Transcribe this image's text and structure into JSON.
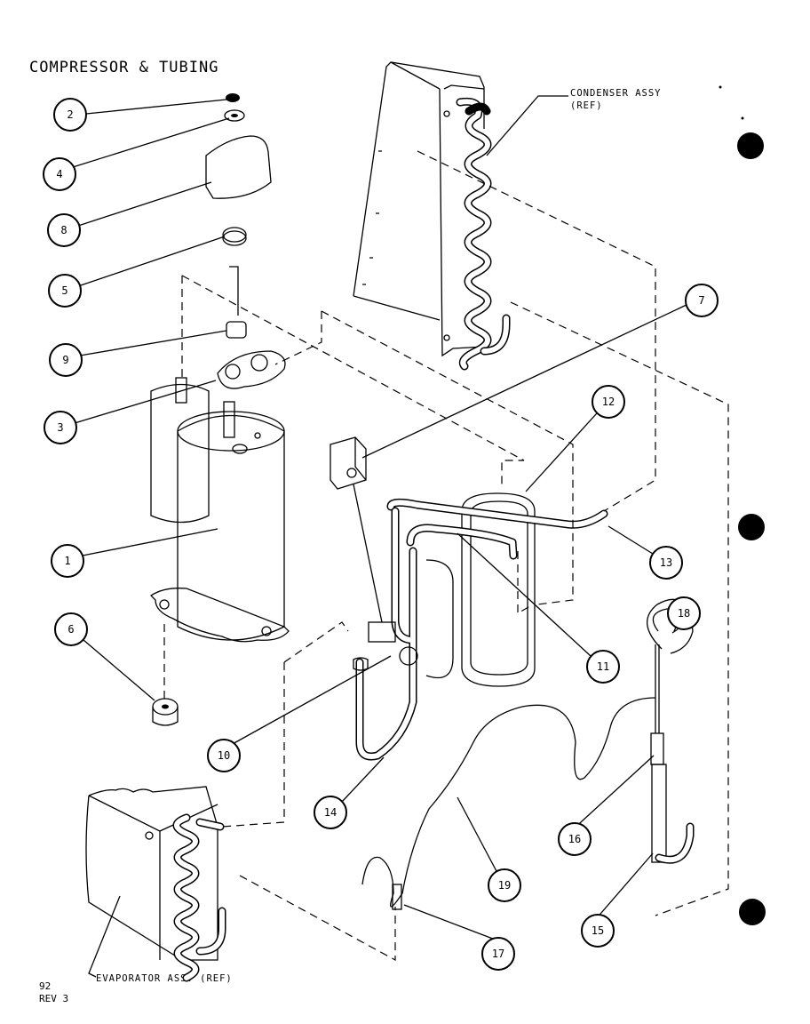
{
  "title": "COMPRESSOR & TUBING",
  "labels": {
    "condenser": "CONDENSER ASSY",
    "condenser_ref": "(REF)",
    "evaporator": "EVAPORATOR ASSY (REF)"
  },
  "page": {
    "number": "92",
    "revision": "REV 3"
  },
  "callouts": [
    "1",
    "2",
    "3",
    "4",
    "5",
    "6",
    "7",
    "8",
    "9",
    "10",
    "11",
    "12",
    "13",
    "14",
    "15",
    "16",
    "17",
    "18",
    "19"
  ]
}
